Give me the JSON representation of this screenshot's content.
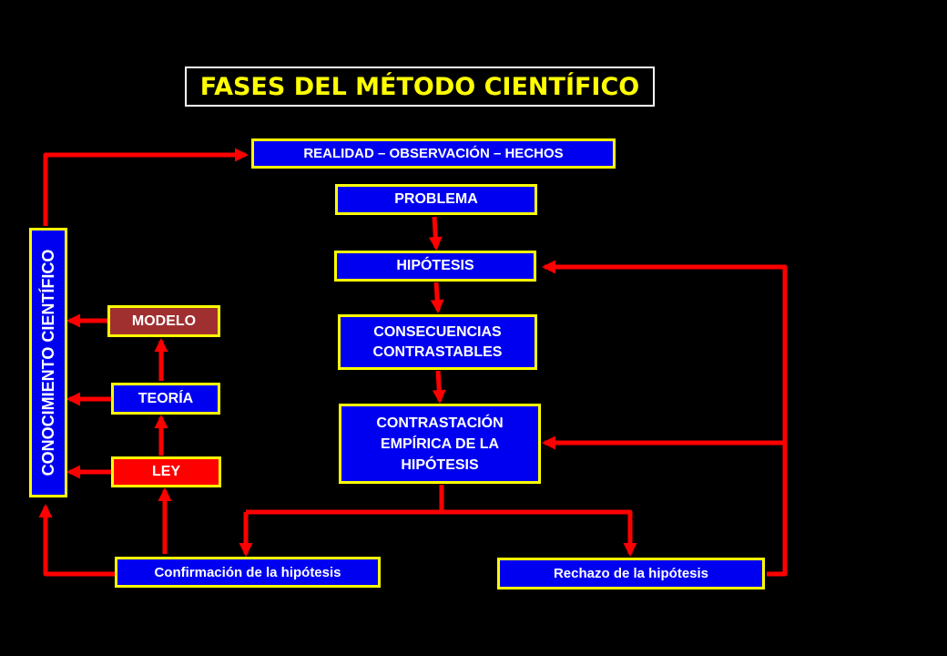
{
  "title": "FASES DEL MÉTODO CIENTÍFICO",
  "nodes": {
    "realidad": "REALIDAD – OBSERVACIÓN – HECHOS",
    "problema": "PROBLEMA",
    "hipotesis": "HIPÓTESIS",
    "consecuencias_1": "CONSECUENCIAS",
    "consecuencias_2": "CONTRASTABLES",
    "contrastacion_1": "CONTRASTACIÓN",
    "contrastacion_2": "EMPÍRICA DE LA",
    "contrastacion_3": "HIPÓTESIS",
    "conocimiento": "CONOCIMIENTO CIENTÍFICO",
    "modelo": "MODELO",
    "teoria": "TEORÍA",
    "ley": "LEY",
    "confirmacion": "Confirmación de la hipótesis",
    "rechazo": "Rechazo de la hipótesis"
  },
  "colors": {
    "background": "#000000",
    "box_fill": "#0000f0",
    "box_border": "#ffff00",
    "model_fill": "#a03030",
    "ley_fill": "#ff0000",
    "arrow": "#ff0000",
    "title_text": "#ffff00"
  }
}
